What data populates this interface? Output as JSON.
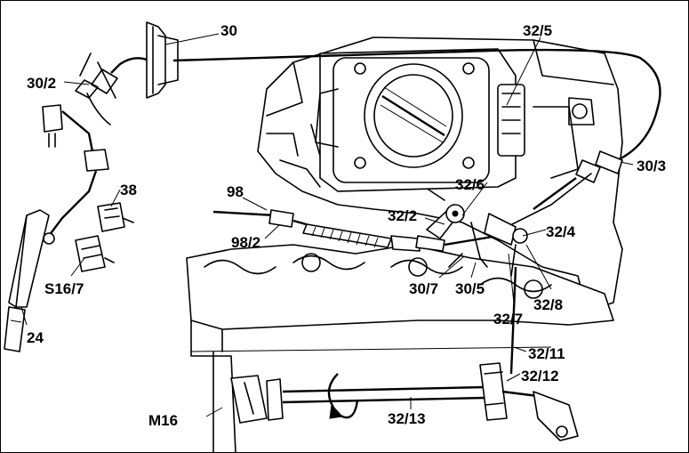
{
  "diagram": {
    "labels": {
      "l30": "30",
      "l30_2": "30/2",
      "l30_3": "30/3",
      "l30_5": "30/5",
      "l30_7": "30/7",
      "l32_2": "32/2",
      "l32_4": "32/4",
      "l32_5": "32/5",
      "l32_6": "32/6",
      "l32_7": "32/7",
      "l32_8": "32/8",
      "l32_11": "32/11",
      "l32_12": "32/12",
      "l32_13": "32/13",
      "l38": "38",
      "l98": "98",
      "l98_2": "98/2",
      "lS16_7": "S16/7",
      "l24": "24",
      "lM16": "M16"
    }
  }
}
